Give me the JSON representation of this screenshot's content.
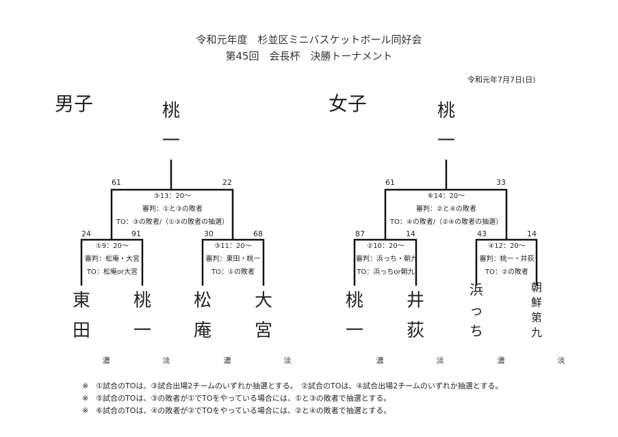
{
  "header": {
    "title_line1": "令和元年度　杉並区ミニバスケットボール同好会",
    "title_line2": "第45回　会長杯　決勝トーナメント",
    "date": "令和元年7月7日(日)"
  },
  "boys": {
    "label": "男子",
    "champion": [
      "桃",
      "一"
    ],
    "final": {
      "info": [
        "⑤13：20～",
        "審判：①と③の敗者",
        "TO：③の敗者/（①③の敗者の抽選）"
      ],
      "score_left": "61",
      "score_right": "22"
    },
    "semi_left": {
      "info": [
        "①9：20～",
        "審判：松庵・大宮",
        "TO：松庵or大宮"
      ],
      "score_left": "24",
      "score_right": "91"
    },
    "semi_right": {
      "info": [
        "③11：20～",
        "審判：東田・桃一",
        "TO：①の敗者"
      ],
      "score_left": "30",
      "score_right": "68"
    },
    "teams": [
      {
        "chars": [
          "東",
          "田"
        ],
        "shade": "濃"
      },
      {
        "chars": [
          "桃",
          "一"
        ],
        "shade": "淡"
      },
      {
        "chars": [
          "松",
          "庵"
        ],
        "shade": "濃"
      },
      {
        "chars": [
          "大",
          "宮"
        ],
        "shade": "淡"
      }
    ]
  },
  "girls": {
    "label": "女子",
    "champion": [
      "桃",
      "一"
    ],
    "final": {
      "info": [
        "⑥14：20～",
        "審判：②と④の敗者",
        "TO：④の敗者/（②④の敗者の抽選）"
      ],
      "score_left": "61",
      "score_right": "33"
    },
    "semi_left": {
      "info": [
        "②10：20～",
        "審判：浜っち・朝九",
        "TO：浜っちor朝九"
      ],
      "score_left": "87",
      "score_right": "14"
    },
    "semi_right": {
      "info": [
        "④12：20～",
        "審判：桃一・井荻",
        "TO：②の敗者"
      ],
      "score_left": "43",
      "score_right": "14"
    },
    "teams": [
      {
        "chars": [
          "桃",
          "一"
        ],
        "shade": "濃"
      },
      {
        "chars": [
          "井",
          "荻"
        ],
        "shade": "淡"
      },
      {
        "chars": [
          "浜",
          "っ",
          "ち"
        ],
        "shade": "濃"
      },
      {
        "chars": [
          "朝",
          "鮮",
          "第",
          "九"
        ],
        "shade": "淡"
      }
    ]
  },
  "notes": [
    "※　①試合のTOは、③試合出場2チームのいずれか抽選とする。　②試合のTOは、④試合出場2チームのいずれか抽選とする。",
    "※　⑤試合のTOは、③の敗者が①でTOをやっている場合には、①と③の敗者で抽選とする。",
    "※　⑥試合のTOは、④の敗者が②でTOをやっている場合には、②と④の敗者で抽選とする。"
  ]
}
